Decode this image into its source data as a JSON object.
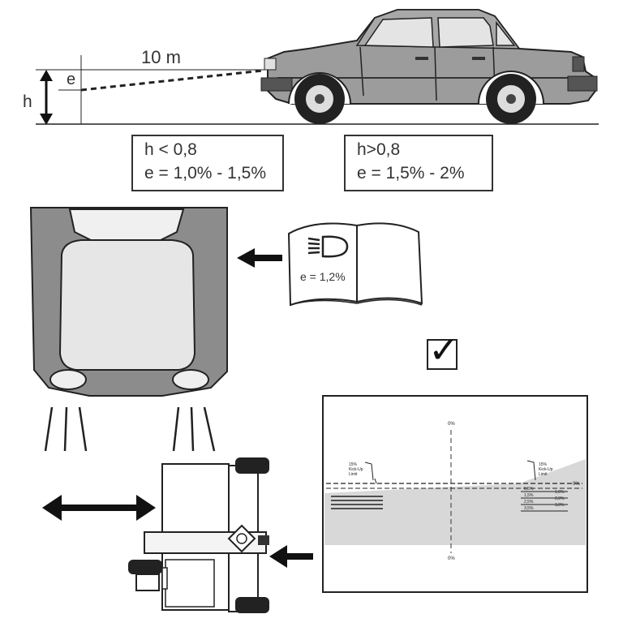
{
  "distance_label": "10 m",
  "height_label": "h",
  "offset_label": "e",
  "box_low": {
    "line1": "h < 0,8",
    "line2": "e = 1,0% - 1,5%"
  },
  "box_high": {
    "line1": "h>0,8",
    "line2": "e = 1,5% - 2%"
  },
  "manual": {
    "value": "e = 1,2%",
    "icon": "headlamp-low-beam-icon"
  },
  "check_icon": "check-mark-icon",
  "screen": {
    "top_percent": "0%",
    "bottom_percent": "0%",
    "kickup_left": "15%\nKick-Up\nLimit",
    "kickup_right": "15%\nKick-Up\nLimit",
    "kickup_left_l1": "15%",
    "kickup_left_l2": "Kick-Up",
    "kickup_left_l3": "Limit",
    "kickup_right_l1": "15%",
    "kickup_right_l2": "Kick-Up",
    "kickup_right_l3": "Limit",
    "horizon_label": "0%",
    "scale": [
      {
        "left": "0,5%",
        "right": "1,0%"
      },
      {
        "left": "1,5%",
        "right": "2,0%"
      },
      {
        "left": "2,5%",
        "right": "3,0%"
      },
      {
        "left": "3,5%",
        "right": ""
      }
    ]
  },
  "colors": {
    "stroke": "#222222",
    "car_body": "#9a9a9a",
    "hood_gray": "#8c8c8c",
    "screen_shade": "#d8d8d8"
  }
}
